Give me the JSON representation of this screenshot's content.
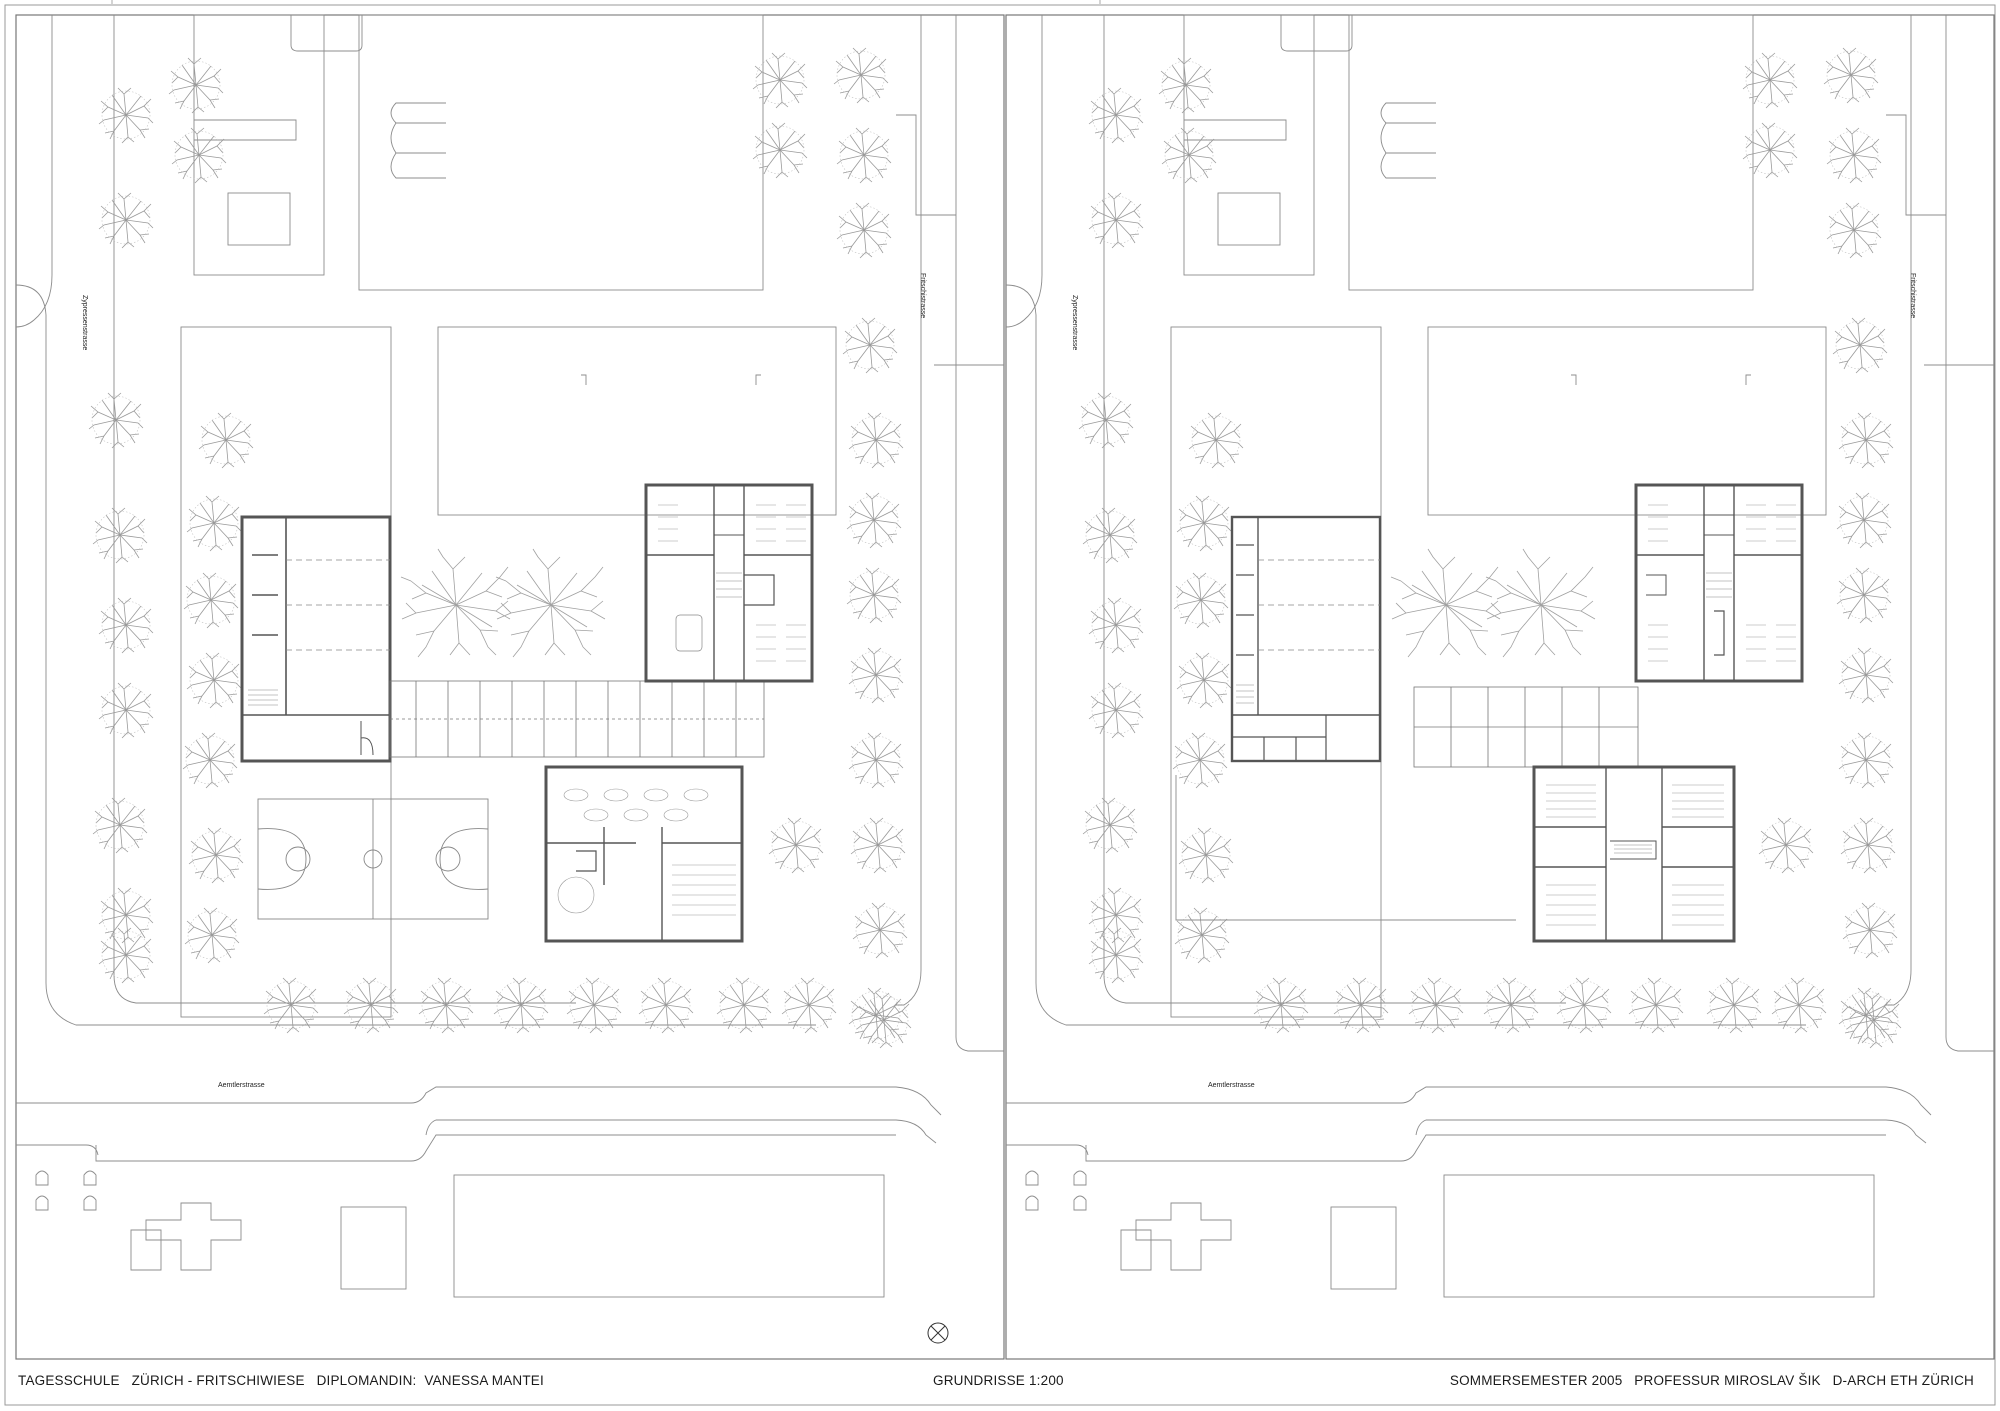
{
  "streets": {
    "west": "Zypressenstrasse",
    "east": "Fritschistrasse",
    "south": "Aemtlerstrasse"
  },
  "footer": {
    "left": "TAGESSCHULE   ZÜRICH - FRITSCHIWIESE   DIPLOMANDIN:  VANESSA MANTEI",
    "center": "GRUNDRISSE 1:200",
    "right": "SOMMERSEMESTER 2005   PROFESSUR MIROSLAV ŠIK   D-ARCH ETH ZÜRICH"
  },
  "panels": [
    {
      "id": "ground-floor-plan",
      "name": "left"
    },
    {
      "id": "upper-floor-plan",
      "name": "right"
    }
  ],
  "symbols": {
    "north_arrow_icon": "north-arrow-icon",
    "tree_icon": "tree-icon"
  },
  "colors": {
    "line": "#8a8a8a",
    "wall": "#555555",
    "frame": "#777777",
    "tree": "#9a9a9a"
  }
}
